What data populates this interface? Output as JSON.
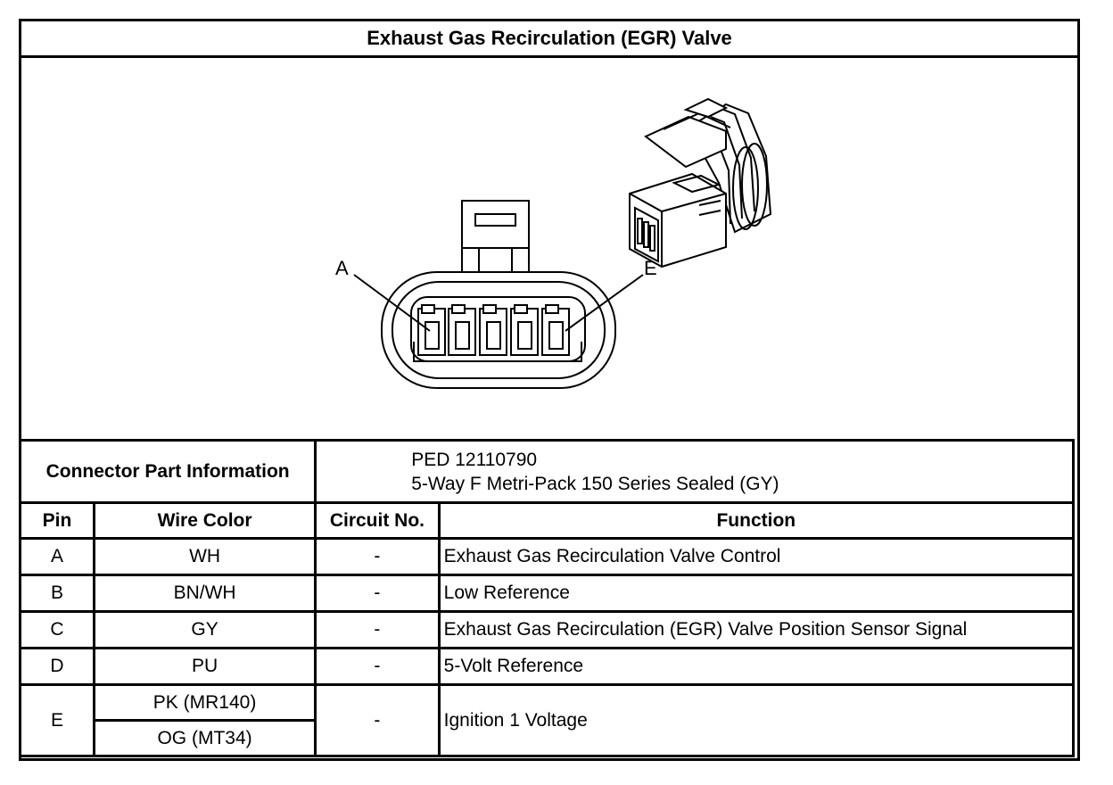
{
  "title": "Exhaust Gas Recirculation (EGR) Valve",
  "diagram": {
    "pin_label_left": "A",
    "pin_label_right": "E"
  },
  "connector_info": {
    "label": "Connector Part Information",
    "line1": "PED 12110790",
    "line2": "5-Way F Metri-Pack 150 Series Sealed (GY)"
  },
  "columns": {
    "pin": "Pin",
    "wire_color": "Wire Color",
    "circuit": "Circuit No.",
    "function": "Function"
  },
  "rows": [
    {
      "pin": "A",
      "wire": "WH",
      "circuit": "-",
      "function": "Exhaust Gas Recirculation Valve Control"
    },
    {
      "pin": "B",
      "wire": "BN/WH",
      "circuit": "-",
      "function": "Low Reference"
    },
    {
      "pin": "C",
      "wire": "GY",
      "circuit": "-",
      "function": "Exhaust Gas Recirculation (EGR) Valve Position Sensor Signal"
    },
    {
      "pin": "D",
      "wire": "PU",
      "circuit": "-",
      "function": "5-Volt Reference"
    },
    {
      "pin": "E",
      "wire": "PK (MR140)",
      "wire_alt": "OG (MT34)",
      "circuit": "-",
      "function": "Ignition 1 Voltage"
    }
  ]
}
